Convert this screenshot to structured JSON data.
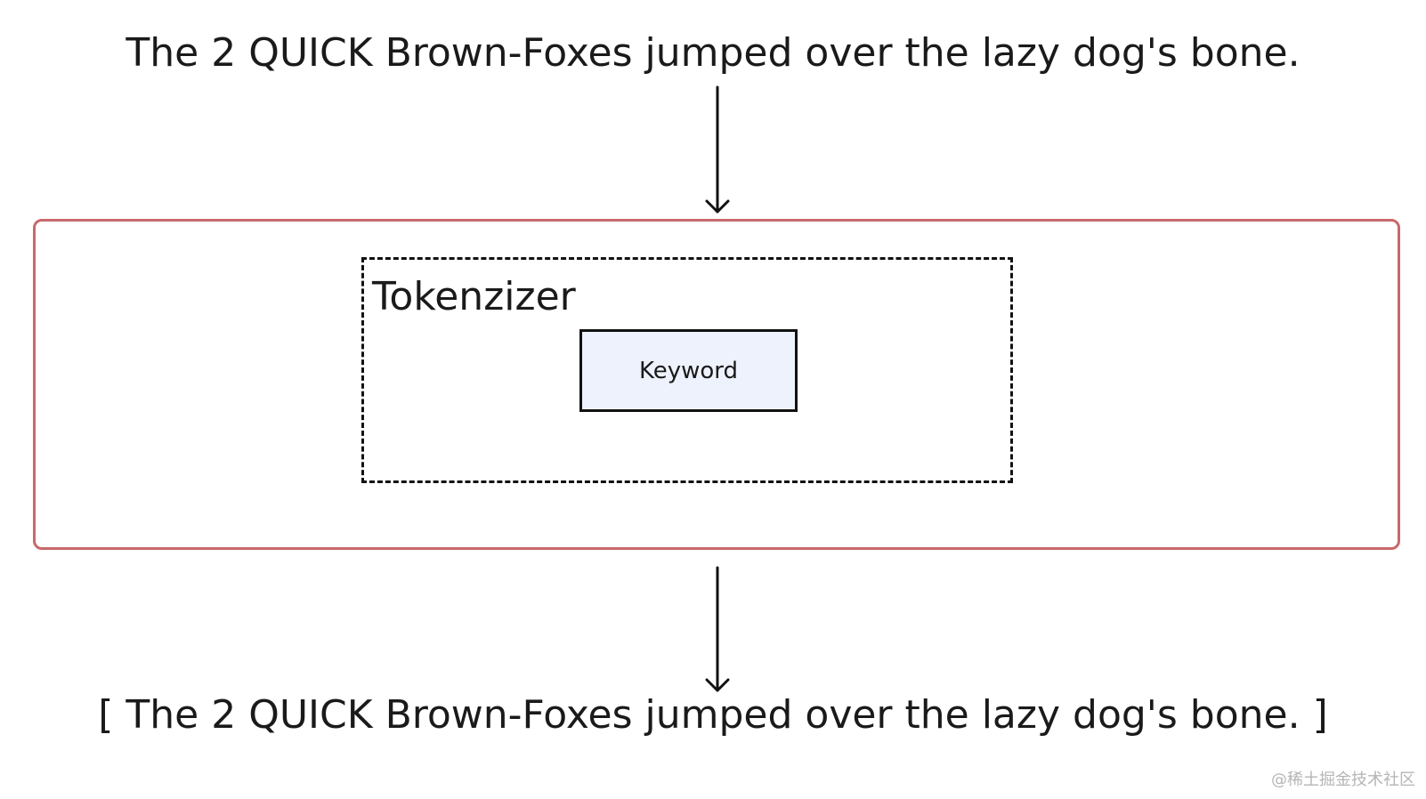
{
  "input_text": "The 2 QUICK Brown-Foxes jumped over the lazy dog's bone.",
  "output_text": "[ The 2 QUICK Brown-Foxes jumped over the lazy dog's bone. ]",
  "tokenizer": {
    "title": "Tokenzizer",
    "node_label": "Keyword"
  },
  "watermark": "@稀土掘金技术社区",
  "colors": {
    "analyzer_border": "#c8696a",
    "keyword_fill": "#eef2fc",
    "stroke": "#111111"
  }
}
